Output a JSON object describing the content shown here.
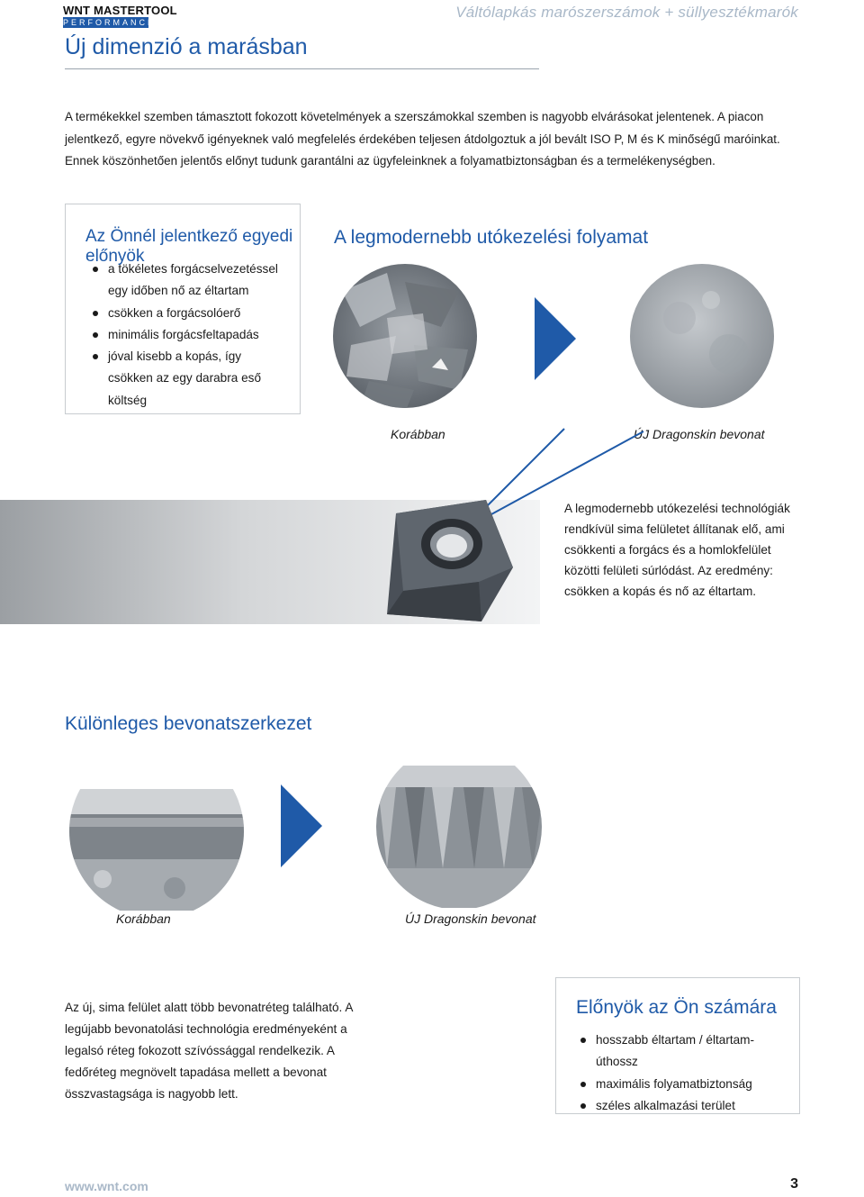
{
  "header": {
    "logo_top": "WNT MASTERTOOL",
    "logo_bar": "PERFORMANCE",
    "subtitle": "Váltólapkás marószerszámok + süllyesztékmarók",
    "title": "Új dimenzió a marásban"
  },
  "intro": "A termékekkel szemben támasztott fokozott követelmények a szerszámokkal szemben is nagyobb elvárásokat jelentenek. A piacon jelentkező, egyre növekvő igényeknek való megfelelés érdekében teljesen átdolgoztuk a jól bevált ISO P, M és K minőségű maróinkat. Ennek köszönhetően jelentős előnyt tudunk garantálni az ügyfeleinknek a folyamatbiztonságban és a termelékenységben.",
  "advantages_box": {
    "heading": "Az Önnél jelentkező egyedi előnyök",
    "items": [
      "a tökéletes forgácselvezetéssel egy időben nő az éltartam",
      "csökken a forgácsolóerő",
      "minimális forgácsfeltapadás",
      "jóval kisebb a kopás, így csökken az egy darabra eső költség"
    ]
  },
  "process": {
    "heading": "A legmodernebb utókezelési folyamat",
    "caption_before": "Korábban",
    "caption_after": "ÚJ Dragonskin bevonat",
    "description": "A legmodernebb utókezelési technológiák rendkívül sima felületet állítanak elő, ami csökkenti a forgács és a homlokfelület közötti felületi súrlódást. Az eredmény: csökken a kopás és nő az éltartam."
  },
  "coating": {
    "heading": "Különleges bevonatszerkezet",
    "caption_before": "Korábban",
    "caption_after": "ÚJ Dragonskin bevonat",
    "description": "Az új, sima felület alatt több bevonatréteg található. A legújabb bevonatolási technológia eredményeként a legalsó réteg fokozott szívóssággal rendelkezik. A fedőréteg megnövelt tapadása mellett a bevonat összvastagsága is nagyobb lett."
  },
  "benefits_box": {
    "heading": "Előnyök az Ön számára",
    "items": [
      "hosszabb éltartam / éltartam-úthossz",
      "maximális folyamatbiztonság",
      "széles alkalmazási terület"
    ]
  },
  "footer": {
    "url": "www.wnt.com",
    "page": "3"
  },
  "colors": {
    "accent": "#1f5aa8",
    "header_subtitle": "#a9b8c8"
  }
}
